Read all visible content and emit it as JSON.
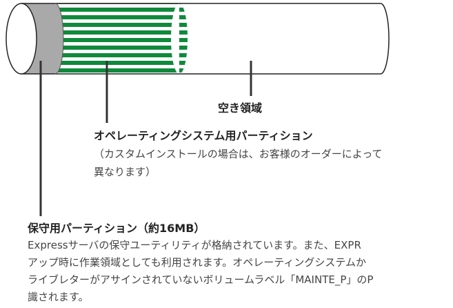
{
  "diagram": {
    "colors": {
      "maintenance_fill": "#a9a9a9",
      "os_stripe": "#0f8a3c",
      "os_background": "#ffffff",
      "outline": "#222222",
      "leader_line": "#333333"
    },
    "labels": {
      "free_space": "空き領域",
      "os_partition_title": "オペレーティングシステム用パーティション",
      "os_partition_desc": [
        "（カスタムインストールの場合は、お客様のオーダーによって",
        "異なります）"
      ],
      "maintenance_title": "保守用パーティション（約16MB）",
      "maintenance_desc": [
        "Expressサーバの保守ユーティリティが格納されています。また、EXPR",
        "アップ時に作業領域としても利用されます。オペレーティングシステムか",
        "ライブレターがアサインされていないボリュームラベル「MAINTE_P」のP",
        "識されます。"
      ]
    }
  }
}
